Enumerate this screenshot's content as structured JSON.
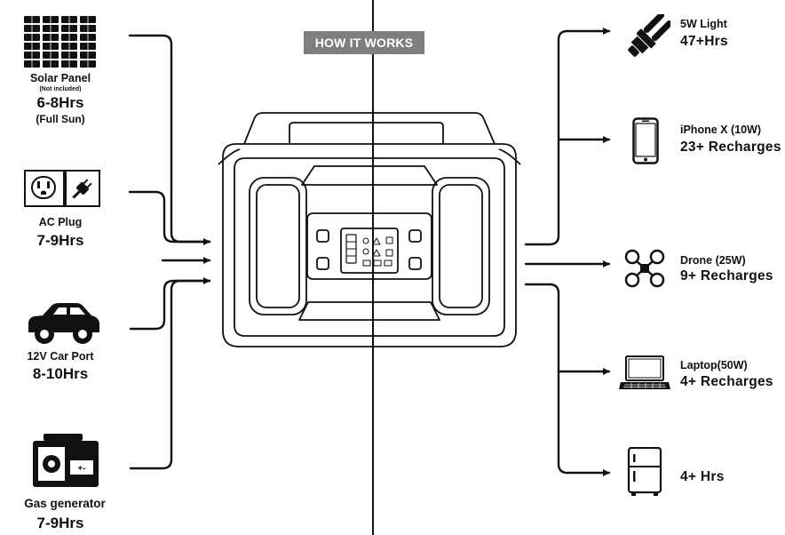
{
  "title": "HOW IT WORKS",
  "inputs": {
    "solar": {
      "icon": "solar-panel-icon",
      "name": "Solar Panel",
      "note": "(Not included)",
      "time": "6-8Hrs",
      "sub": "(Full Sun)"
    },
    "ac": {
      "icon": "ac-plug-icon",
      "name": "AC Plug",
      "time": "7-9Hrs"
    },
    "car": {
      "icon": "car-icon",
      "name": "12V Car Port",
      "time": "8-10Hrs"
    },
    "gas": {
      "icon": "gas-generator-icon",
      "name": "Gas generator",
      "time": "7-9Hrs"
    }
  },
  "outputs": {
    "light": {
      "icon": "light-bulb-icon",
      "name": "5W Light",
      "value": "47+Hrs"
    },
    "iphone": {
      "icon": "phone-icon",
      "name": "iPhone X (10W)",
      "value": "23+ Recharges"
    },
    "drone": {
      "icon": "drone-icon",
      "name": "Drone (25W)",
      "value": "9+ Recharges"
    },
    "laptop": {
      "icon": "laptop-icon",
      "name": "Laptop(50W)",
      "value": "4+ Recharges"
    },
    "fridge": {
      "icon": "refrigerator-icon",
      "name": "",
      "value": "4+ Hrs"
    }
  },
  "colors": {
    "line": "#111111",
    "title_bg": "#7f7f7f",
    "title_text": "#ffffff"
  }
}
